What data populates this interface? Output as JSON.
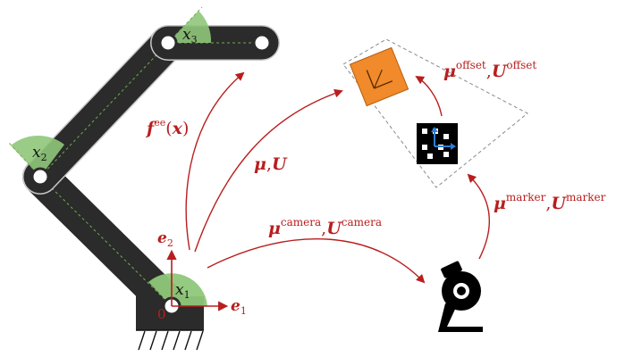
{
  "joints": {
    "x1": {
      "base": "x",
      "sub": "1"
    },
    "x2": {
      "base": "x",
      "sub": "2"
    },
    "x3": {
      "base": "x",
      "sub": "3"
    }
  },
  "axes": {
    "e1": {
      "base": "e",
      "sub": "1"
    },
    "e2": {
      "base": "e",
      "sub": "2"
    },
    "origin": "0"
  },
  "labels": {
    "forward_kinematics": {
      "base": "f",
      "sup": "ee",
      "arg_open": "(",
      "arg": "x",
      "arg_close": ")"
    },
    "target": {
      "mu": "μ",
      "sep": ",",
      "U": "U"
    },
    "camera": {
      "mu": "μ",
      "mu_sup": "camera",
      "sep": ",",
      "U": "U",
      "U_sup": "camera"
    },
    "marker": {
      "mu": "μ",
      "mu_sup": "marker",
      "sep": ",",
      "U": "U",
      "U_sup": "marker"
    },
    "offset": {
      "mu": "μ",
      "mu_sup": "offset",
      "sep": ",",
      "U": "U",
      "U_sup": "offset"
    }
  },
  "colors": {
    "accent": "#b81e1e",
    "link": "#2b2b2b",
    "joint_sector": "#8fc77a",
    "target_box": "#f08a2a",
    "frame_axis": "#2a7fd6"
  },
  "icons": {
    "camera": "camera-icon",
    "marker": "fiducial-marker-icon",
    "target": "target-box-icon"
  }
}
